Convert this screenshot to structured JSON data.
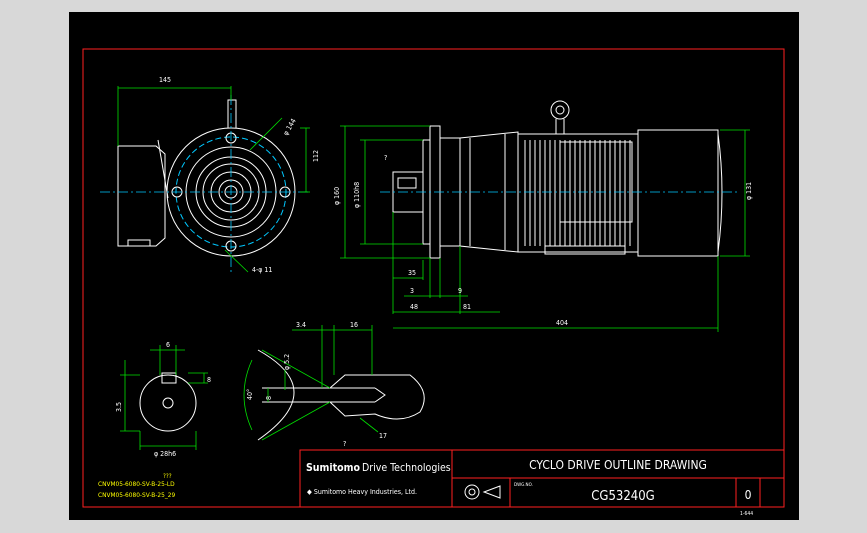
{
  "colors": {
    "frame_bg": "#d8d8d8",
    "canvas_bg": "#000000",
    "border": "#ff2020",
    "line": "#ffffff",
    "dimension": "#00e000",
    "center_line": "#00c8ff",
    "yellow": "#ffff00",
    "cyan": "#00ffff"
  },
  "dims": {
    "d145": "145",
    "phi144": "φ 144",
    "d112": "112",
    "d4phi11": "4-φ 11",
    "phi160": "φ 160",
    "phi110h8": "φ 110h8",
    "phi131": "φ 131",
    "d35": "35",
    "d3": "3",
    "d9": "9",
    "d48": "48",
    "d81": "81",
    "d404": "404",
    "d34": "3.4",
    "d16": "16",
    "d6": "6",
    "d35b": "3.5",
    "phi28h6": "φ 28h6",
    "phi52": "φ 5.2",
    "d40": "40°",
    "d8": "8",
    "d17": "17",
    "q1": "?",
    "q2": "?",
    "q3": "?"
  },
  "part_list": {
    "tag": "???",
    "line1": "CNVM05-6080-SV-B-25-LD",
    "line2": "CNVM05-6080-SV-B-25_29"
  },
  "title_block": {
    "logo_main": "Sumitomo",
    "logo_rest": "Drive Technologies",
    "company": "Sumitomo Heavy Industries, Ltd.",
    "title": "CYCLO DRIVE OUTLINE DRAWING",
    "model_label": "DWG.NO.",
    "model_number": "CG53240G",
    "revision": "0",
    "sheet_no": "1-644"
  }
}
